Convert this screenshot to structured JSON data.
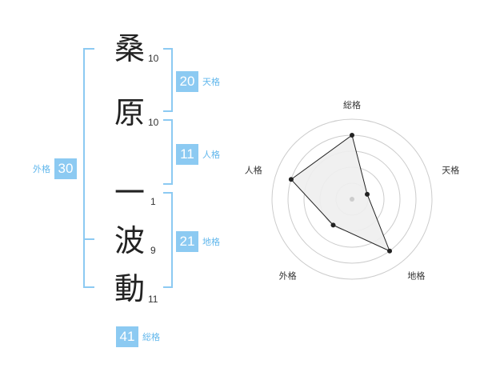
{
  "name": {
    "chars": [
      {
        "char": "桑",
        "strokes": "10"
      },
      {
        "char": "原",
        "strokes": "10"
      },
      {
        "char": "一",
        "strokes": "1"
      },
      {
        "char": "波",
        "strokes": "9"
      },
      {
        "char": "動",
        "strokes": "11"
      }
    ]
  },
  "kaku": {
    "tenkaku": {
      "value": "20",
      "label": "天格"
    },
    "jinkaku": {
      "value": "11",
      "label": "人格"
    },
    "chikaku": {
      "value": "21",
      "label": "地格"
    },
    "gaikaku": {
      "value": "30",
      "label": "外格"
    },
    "soukaku": {
      "value": "41",
      "label": "総格"
    }
  },
  "colors": {
    "accent": "#8ccaf2",
    "accent_text": "#61b7ec",
    "radar_fill": "#eeeeee",
    "radar_line": "#222222",
    "ring": "#cccccc"
  },
  "chart_data": {
    "type": "radar",
    "axes": [
      "総格",
      "天格",
      "地格",
      "外格",
      "人格"
    ],
    "values": [
      4,
      1,
      4,
      2,
      4
    ],
    "rmax": 5,
    "rings": 5
  }
}
